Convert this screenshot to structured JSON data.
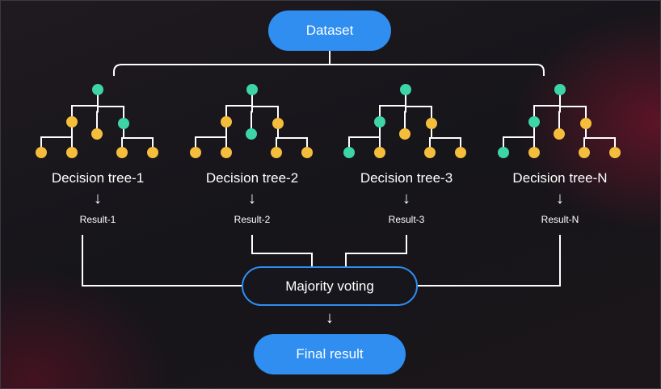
{
  "dataset_label": "Dataset",
  "trees": [
    {
      "label": "Decision tree-1",
      "result": "Result-1"
    },
    {
      "label": "Decision tree-2",
      "result": "Result-2"
    },
    {
      "label": "Decision tree-3",
      "result": "Result-3"
    },
    {
      "label": "Decision tree-N",
      "result": "Result-N"
    }
  ],
  "majority_label": "Majority voting",
  "final_label": "Final result",
  "arrow_glyph": "↓",
  "colors": {
    "accent_blue": "#2f8ef0",
    "node_teal": "#3dd4a8",
    "node_yellow": "#f5bd3c",
    "line_white": "#ffffff",
    "background": "#16151a"
  }
}
